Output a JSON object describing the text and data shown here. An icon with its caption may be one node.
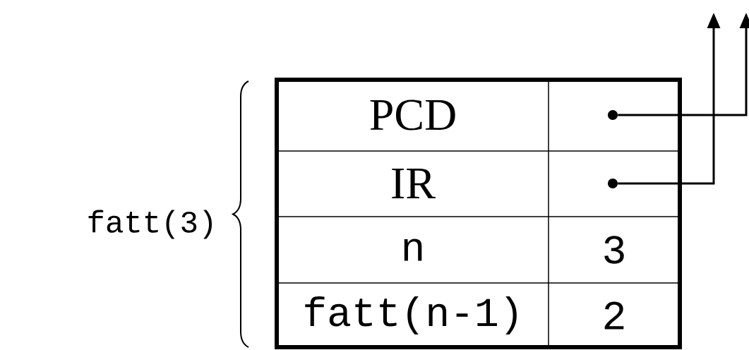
{
  "diagram": {
    "nodes": [
      {
        "text": [],
        "shape": "circle"
      },
      {
        "text": [],
        "shape": "circle"
      }
    ],
    "edges": [
      {
        "from": 0,
        "to": null,
        "arrow": "to"
      },
      {
        "from": 1,
        "to": null,
        "arrow": "to"
      }
    ],
    "labels": [
      "PCD",
      "IR",
      "n",
      "3",
      "fatt(n-1)",
      "2",
      "fatt(3)"
    ]
  }
}
